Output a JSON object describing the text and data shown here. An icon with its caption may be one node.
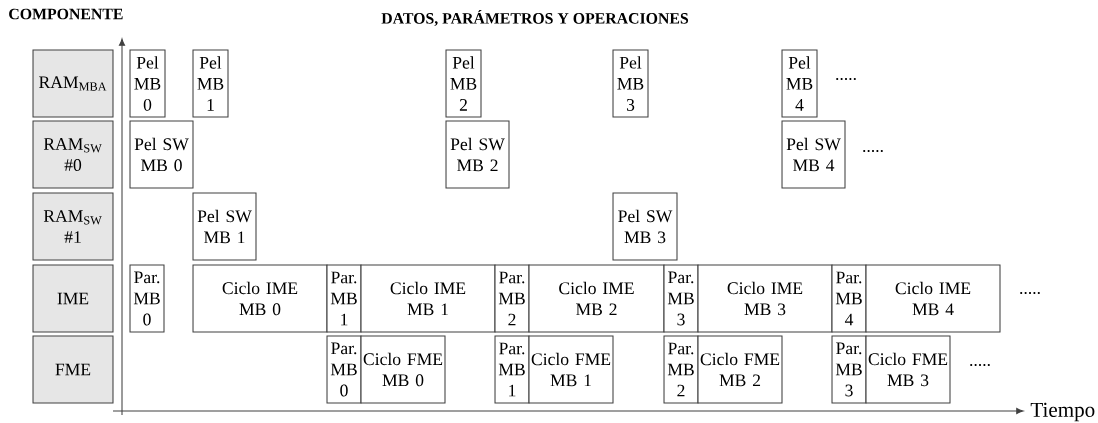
{
  "diagram": {
    "nodes": [
      {
        "text": [
          "RAM$_{MBA}$"
        ]
      },
      {
        "text": [
          "Pel MB 0"
        ]
      },
      {
        "text": [
          "Pel MB 1"
        ]
      },
      {
        "text": [
          "Pel MB 2"
        ]
      },
      {
        "text": [
          "Pel MB 3"
        ]
      },
      {
        "text": [
          "Pel MB 4"
        ]
      },
      {
        "text": [
          "RAM$_{SW}$ #0"
        ]
      },
      {
        "text": [
          "Pel SW MB 0"
        ]
      },
      {
        "text": [
          "Pel SW MB 2"
        ]
      },
      {
        "text": [
          "Pel SW MB 4"
        ]
      },
      {
        "text": [
          "RAM$_{SW}$ #1"
        ]
      },
      {
        "text": [
          "Pel SW MB 1"
        ]
      },
      {
        "text": [
          "Pel SW MB 3"
        ]
      },
      {
        "text": [
          "IME"
        ]
      },
      {
        "text": [
          "Par. MB 0"
        ]
      },
      {
        "text": [
          "Ciclo IME MB 0"
        ]
      },
      {
        "text": [
          "Par. MB 1"
        ]
      },
      {
        "text": [
          "Ciclo IME MB 1"
        ]
      },
      {
        "text": [
          "Par. MB 2"
        ]
      },
      {
        "text": [
          "Ciclo IME MB 2"
        ]
      },
      {
        "text": [
          "Par. MB 3"
        ]
      },
      {
        "text": [
          "Ciclo IME MB 3"
        ]
      },
      {
        "text": [
          "Par. MB 4"
        ]
      },
      {
        "text": [
          "Ciclo IME MB 4"
        ]
      },
      {
        "text": [
          "FME"
        ]
      },
      {
        "text": [
          "Par. MB 0"
        ]
      },
      {
        "text": [
          "Ciclo FME MB 0"
        ]
      },
      {
        "text": [
          "Par. MB 1"
        ]
      },
      {
        "text": [
          "Ciclo FME MB 1"
        ]
      },
      {
        "text": [
          "Par. MB 2"
        ]
      },
      {
        "text": [
          "Ciclo FME MB 2"
        ]
      },
      {
        "text": [
          "Par. MB 3"
        ]
      },
      {
        "text": [
          "Ciclo FME MB 3"
        ]
      }
    ],
    "labels": [
      "COMPONENTE",
      "DATOS, PARÁMETROS Y OPERACIONES",
      ".....",
      ".....",
      ".....",
      ".....",
      "Tiempo"
    ]
  }
}
